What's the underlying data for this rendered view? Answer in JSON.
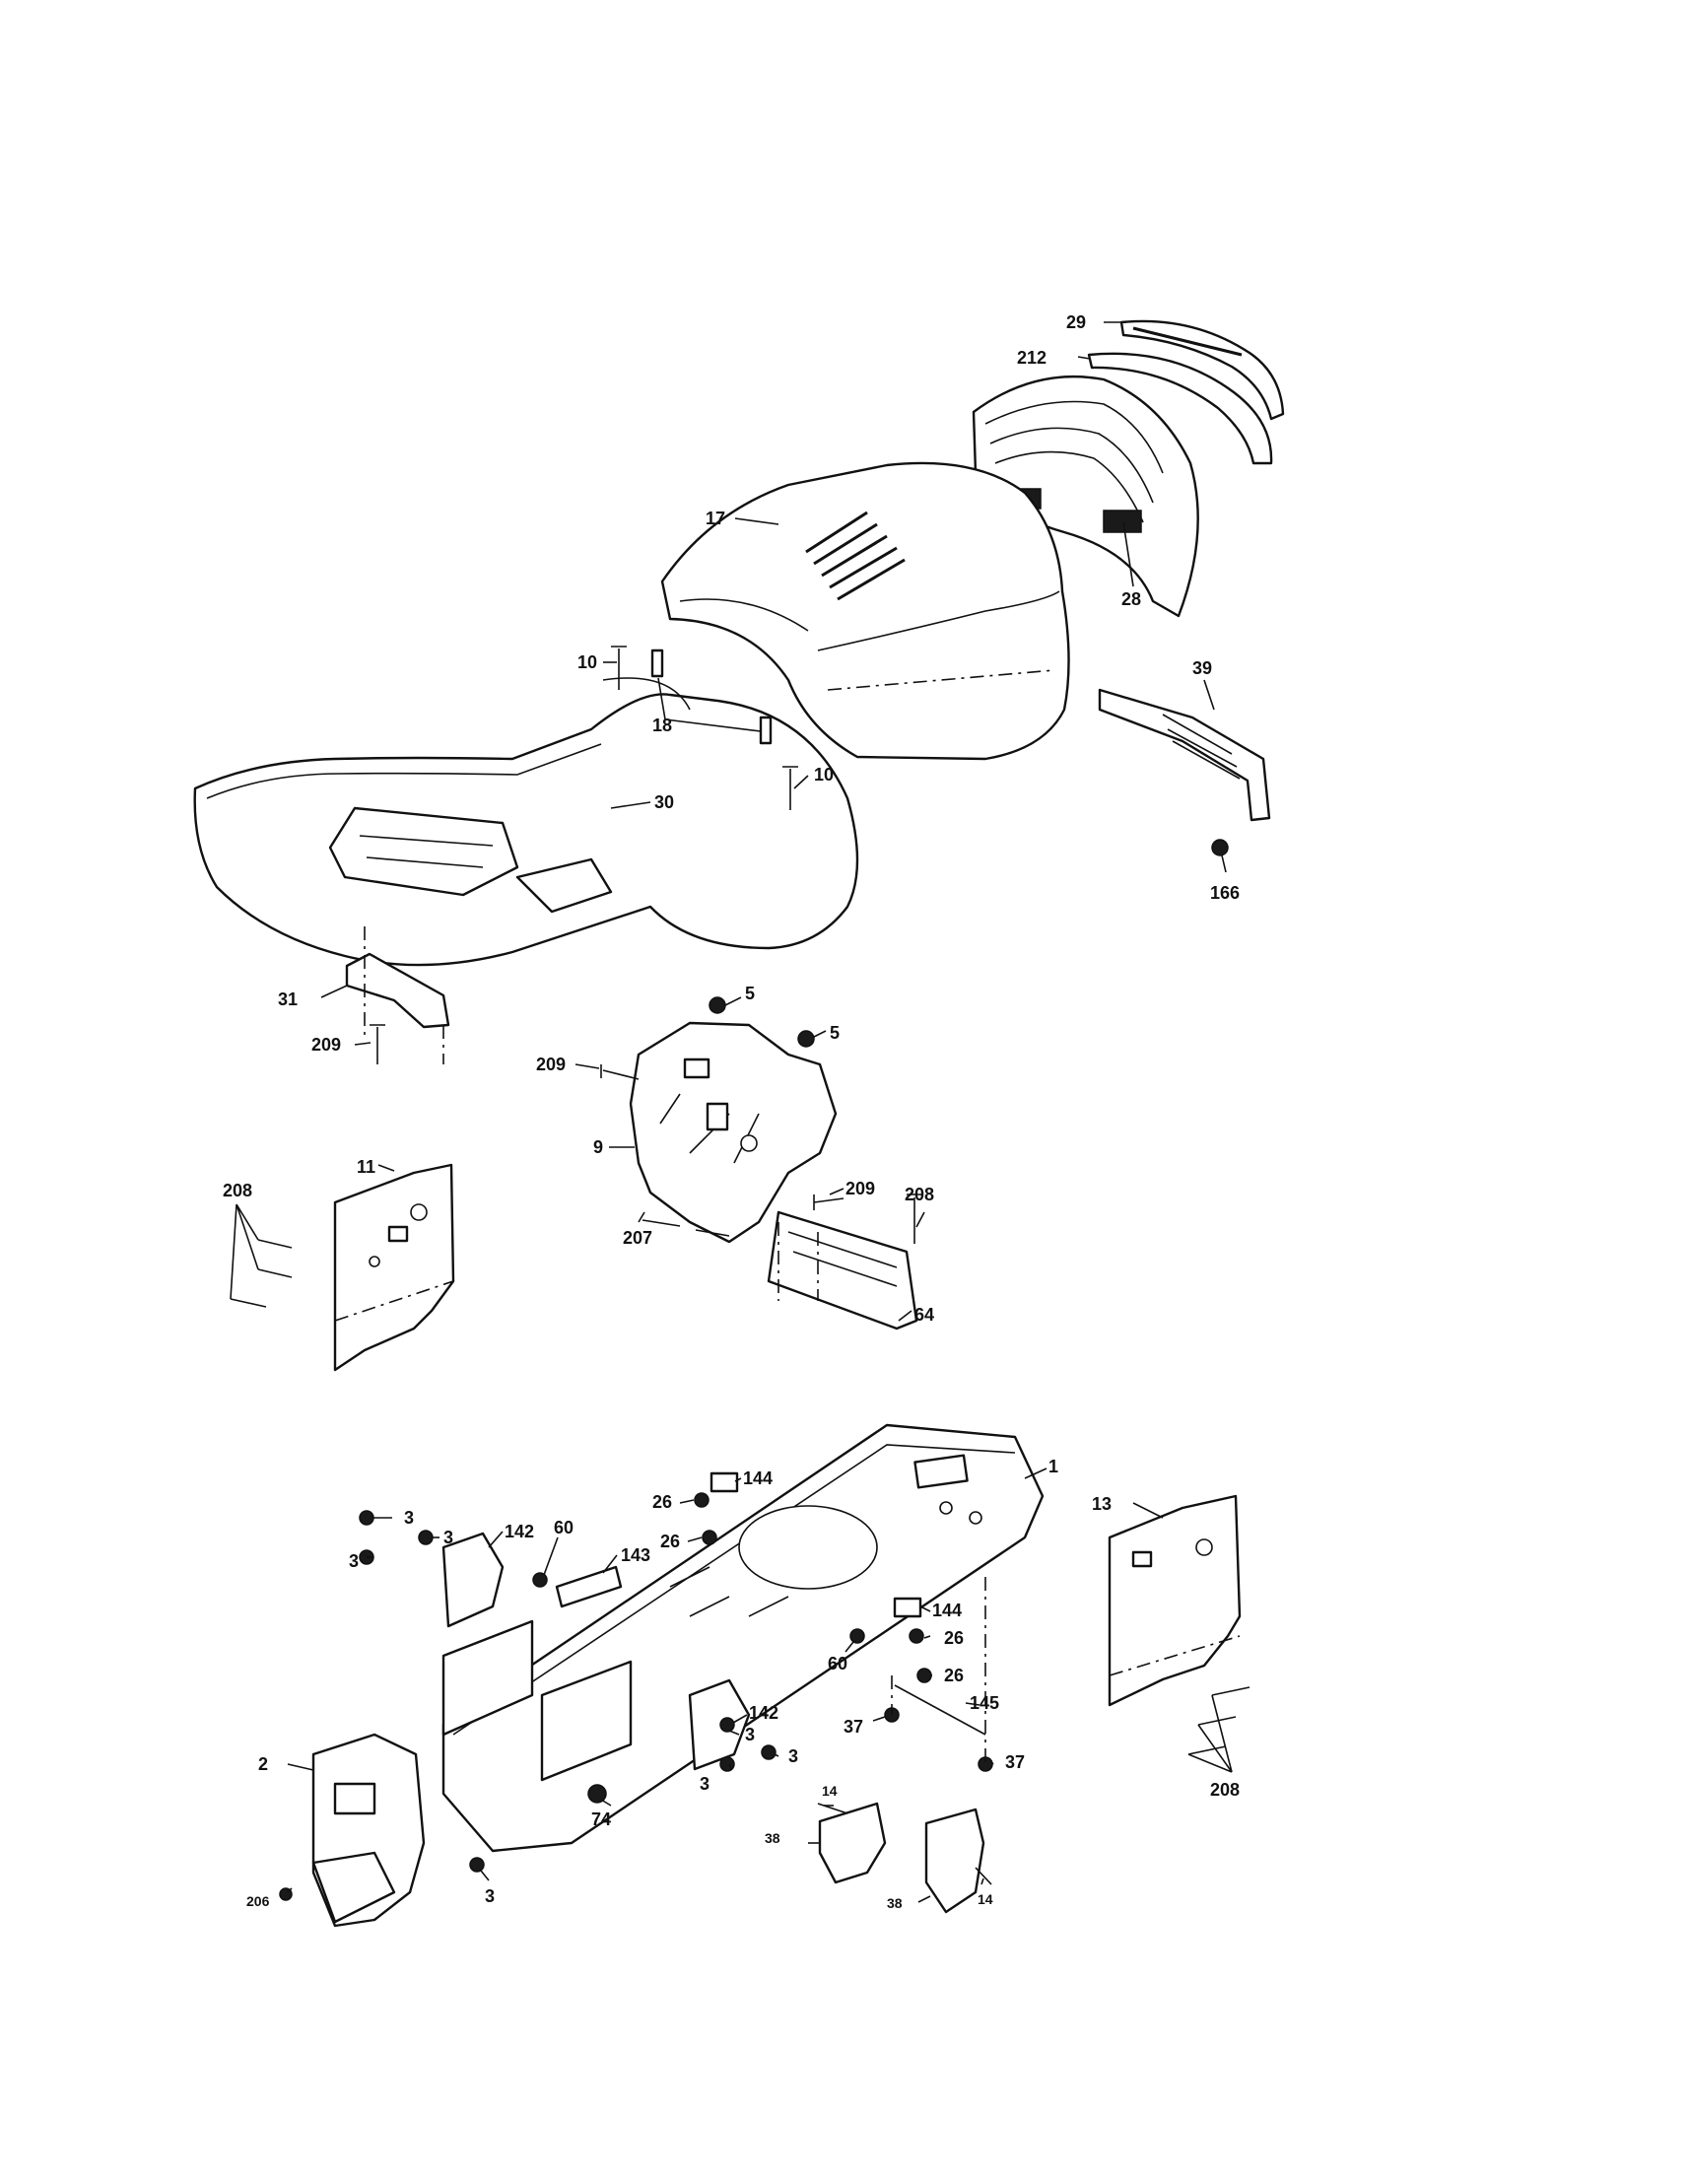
{
  "callouts": {
    "c29": "29",
    "c212": "212",
    "c17": "17",
    "c28": "28",
    "c39": "39",
    "c166": "166",
    "c10a": "10",
    "c10b": "10",
    "c18": "18",
    "c30": "30",
    "c31": "31",
    "c209a": "209",
    "c5a": "5",
    "c5b": "5",
    "c209b": "209",
    "c9": "9",
    "c209c": "209",
    "c208a": "208",
    "c207": "207",
    "c64": "64",
    "c208b": "208",
    "c11": "11",
    "c1": "1",
    "c144a": "144",
    "c26a": "26",
    "c26b": "26",
    "c3a": "3",
    "c3b": "3",
    "c3c": "3",
    "c142a": "142",
    "c60a": "60",
    "c143": "143",
    "c144b": "144",
    "c26c": "26",
    "c60b": "60",
    "c26d": "26",
    "c13": "13",
    "c142b": "142",
    "c3d": "3",
    "c3e": "3",
    "c3f": "3",
    "c37a": "37",
    "c145": "145",
    "c37b": "37",
    "c2": "2",
    "c74": "74",
    "c14a": "14",
    "c38a": "38",
    "c14b": "14",
    "c38b": "38",
    "c3g": "3",
    "c206": "206",
    "c208c": "208"
  }
}
